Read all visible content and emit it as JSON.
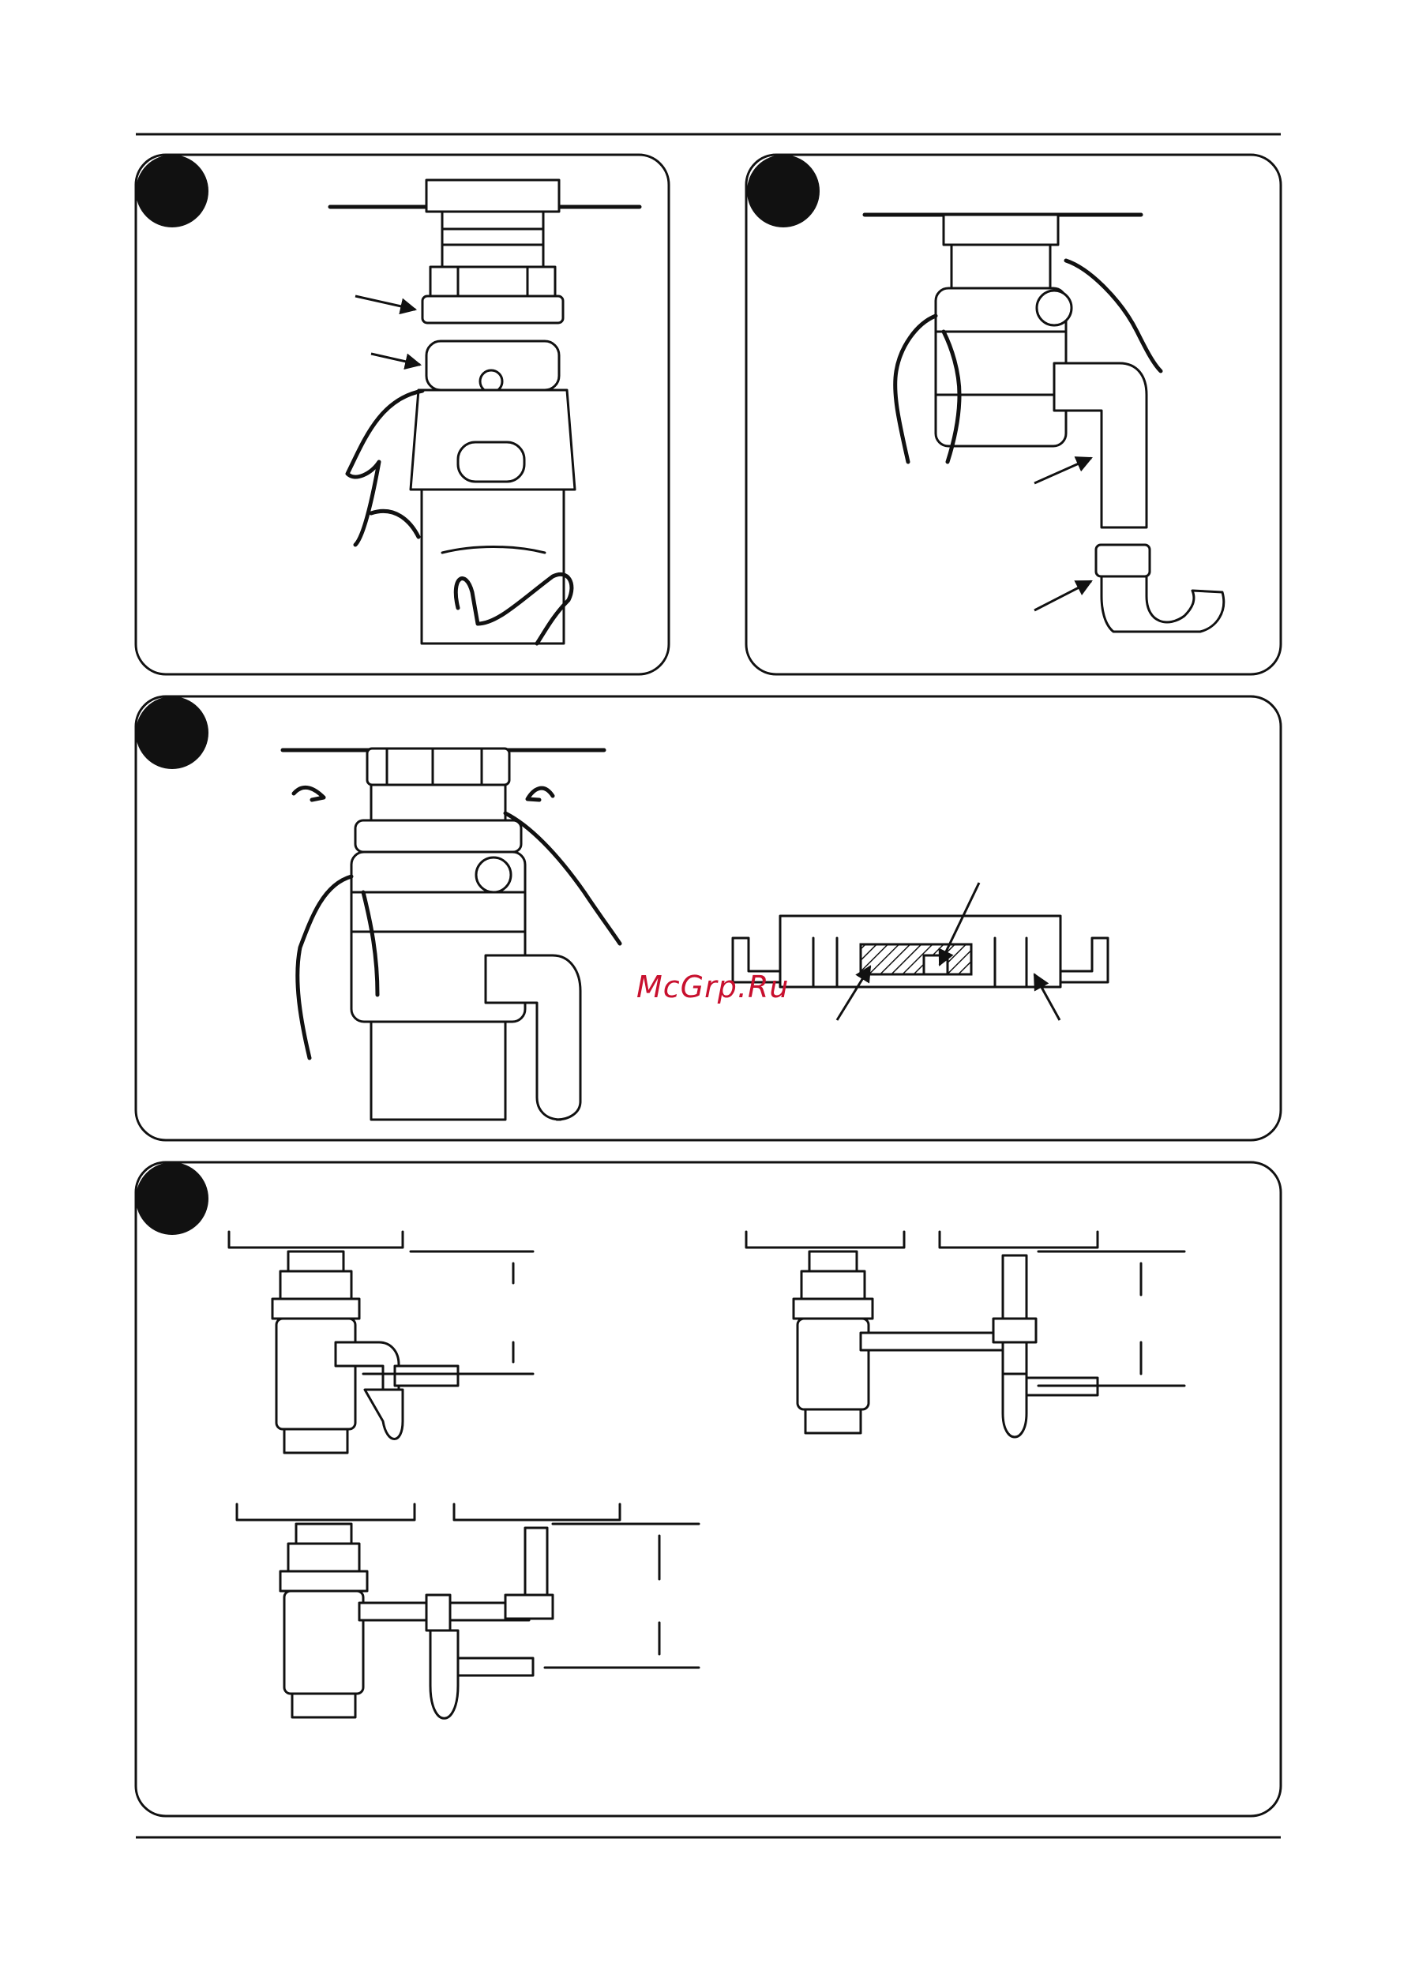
{
  "watermark": "McGrp.Ru",
  "colors": {
    "ink": "#111111",
    "paper": "#ffffff",
    "watermark": "#c8102e"
  },
  "steps": [
    {
      "id": "step-1",
      "number_badge": "filled-circle"
    },
    {
      "id": "step-2",
      "number_badge": "filled-circle"
    },
    {
      "id": "step-3",
      "number_badge": "filled-circle"
    },
    {
      "id": "step-4",
      "number_badge": "filled-circle"
    }
  ]
}
